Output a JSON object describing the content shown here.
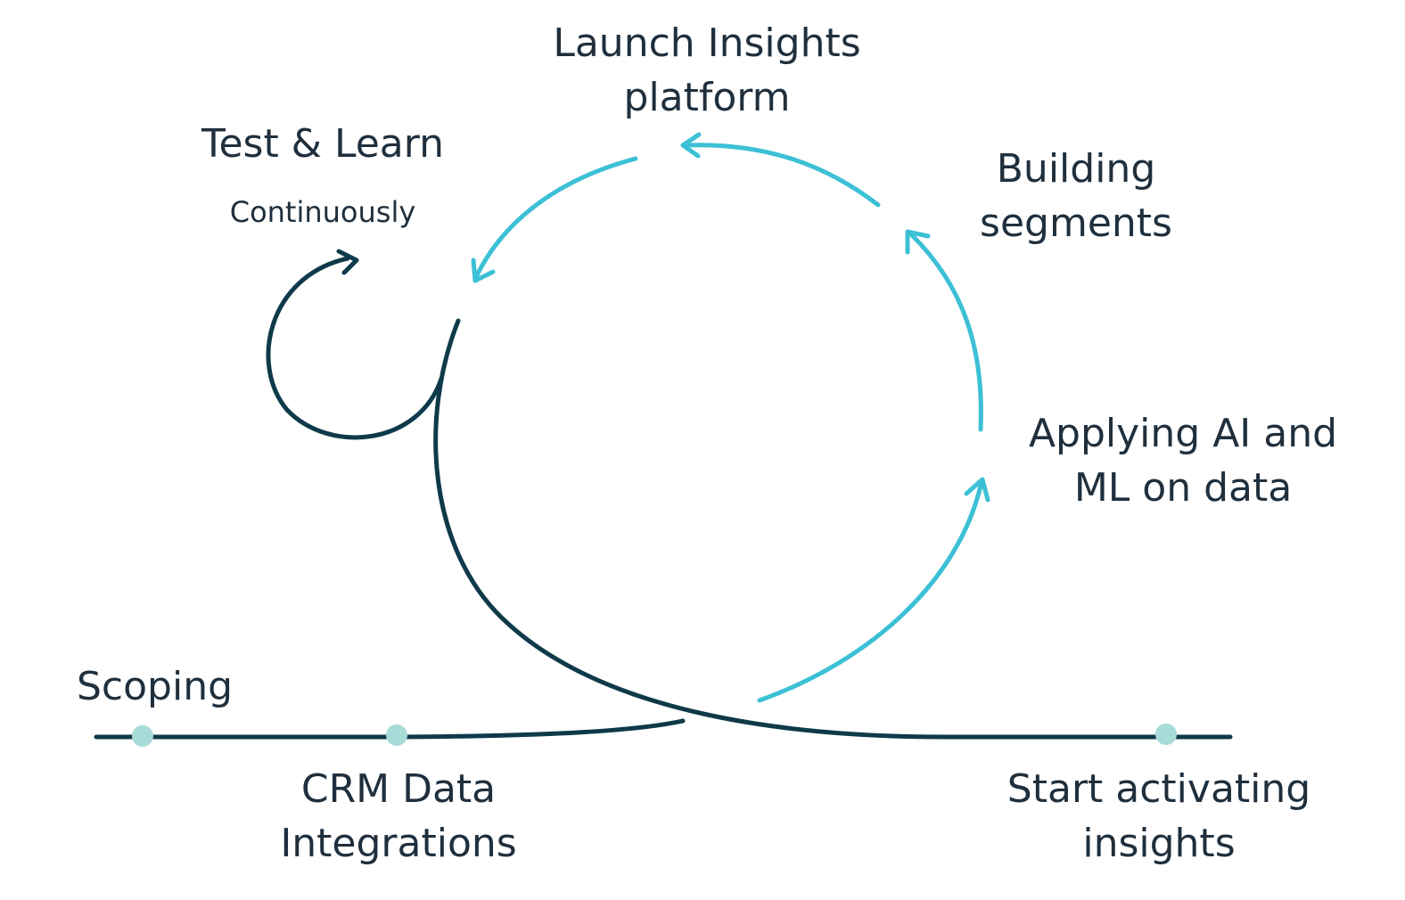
{
  "colors": {
    "dark_line": "#0e3a4a",
    "light_arrow": "#3cc0d6",
    "milestone_dot": "#a7dbd7",
    "text": "#1f2f3d"
  },
  "labels": {
    "launch": {
      "line1": "Launch Insights",
      "line2": "platform"
    },
    "test_learn": {
      "title": "Test & Learn",
      "subtitle": "Continuously"
    },
    "building": {
      "line1": "Building",
      "line2": "segments"
    },
    "applying": {
      "line1": "Applying AI and",
      "line2": "ML on data"
    },
    "scoping": "Scoping",
    "crm": {
      "line1": "CRM Data",
      "line2": "Integrations"
    },
    "activating": {
      "line1": "Start activating",
      "line2": "insights"
    }
  },
  "icons": {
    "cycle_arrows": "arrow-icon",
    "loop_arrow": "loop-arrow-icon",
    "milestones": "dot-icon"
  }
}
